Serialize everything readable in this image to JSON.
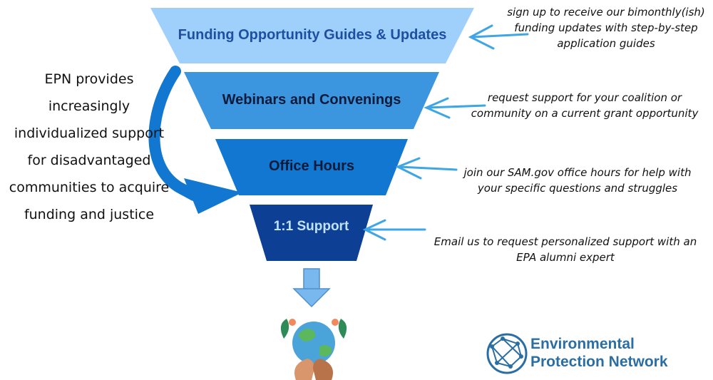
{
  "tiers": [
    {
      "label": "Funding Opportunity Guides & Updates",
      "color": "#9fd0fb",
      "text_color": "#1f4fa3"
    },
    {
      "label": "Webinars and Convenings",
      "color": "#3c95df",
      "text_color": "#0c1b3a"
    },
    {
      "label": "Office Hours",
      "color": "#1277d0",
      "text_color": "#0c1b3a"
    },
    {
      "label": "1:1 Support",
      "color": "#0d3f95",
      "text_color": "#bfe2ff"
    }
  ],
  "notes": [
    {
      "lines": [
        "sign up to receive our bimonthly(ish)",
        "funding updates with step-by-step",
        "application guides"
      ]
    },
    {
      "lines": [
        "request support for your coalition or",
        "community on a current grant opportunity"
      ]
    },
    {
      "lines": [
        "join our SAM.gov office hours for help with",
        "your specific questions and struggles"
      ]
    },
    {
      "lines": [
        "Email us to request personalized support with an",
        "EPA alumni expert"
      ]
    }
  ],
  "side_note": {
    "lines": [
      "EPN provides",
      "increasingly",
      "individualized support",
      "for disadvantaged",
      "communities to acquire",
      "funding and justice"
    ]
  },
  "logo": {
    "line1": "Environmental",
    "line2": "Protection Network",
    "color": "#2b6ea3"
  },
  "icons": [
    "curved-arrow-icon",
    "down-arrow-icon",
    "earth-hands-icon",
    "network-globe-icon"
  ]
}
